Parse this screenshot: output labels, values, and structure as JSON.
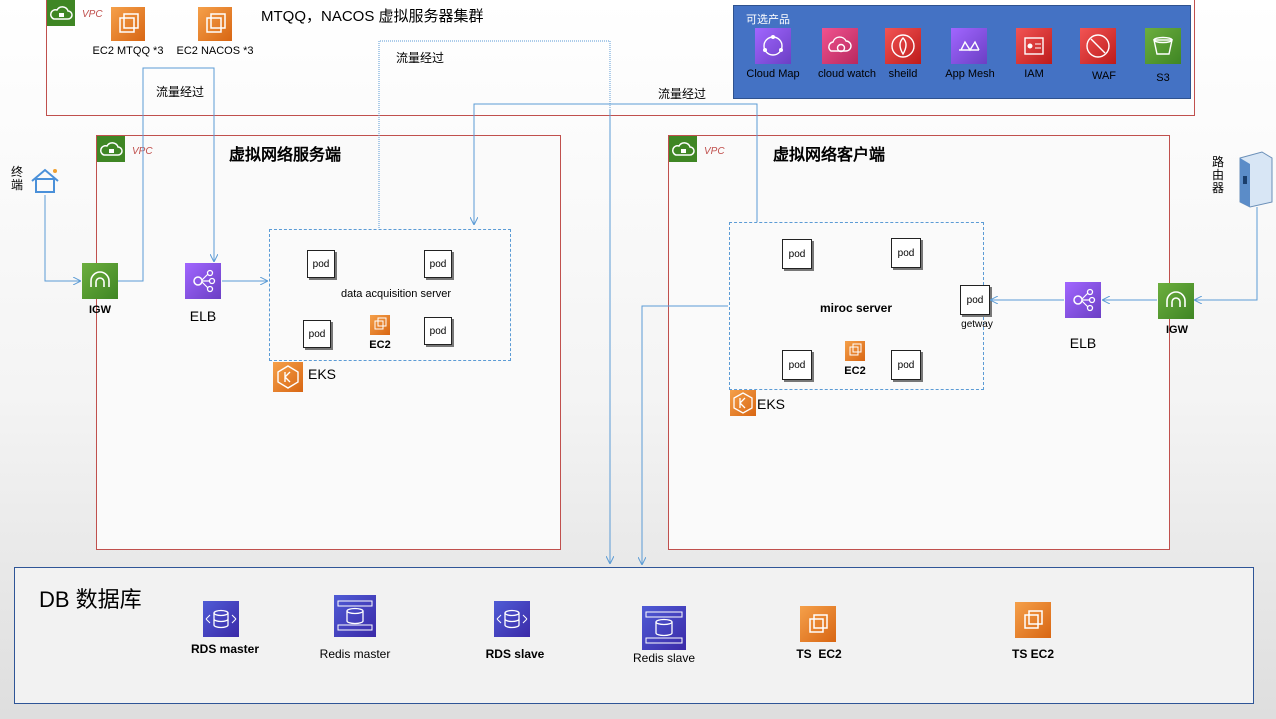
{
  "vpc_label": "VPC",
  "top": {
    "title": "MTQQ，NACOS 虚拟服务器集群",
    "ec2_mtqq": "EC2 MTQQ *3",
    "ec2_nacos": "EC2 NACOS *3"
  },
  "optional": {
    "title": "可选产品",
    "items": [
      {
        "label": "Cloud Map",
        "icon": "cloud-map-icon"
      },
      {
        "label": "cloud watch",
        "icon": "cloudwatch-icon"
      },
      {
        "label": "sheild",
        "icon": "shield-icon"
      },
      {
        "label": "App Mesh",
        "icon": "app-mesh-icon"
      },
      {
        "label": "IAM",
        "icon": "iam-icon"
      },
      {
        "label": "WAF",
        "icon": "waf-icon"
      },
      {
        "label": "S3",
        "icon": "s3-bucket-icon"
      }
    ]
  },
  "flow_label": "流量经过",
  "terminal_label": "终端",
  "router_label": "路由器",
  "server_side": {
    "title": "虚拟网络服务端",
    "igw": "IGW",
    "elb": "ELB",
    "server": "data acquisition server",
    "ec2": "EC2",
    "eks": "EKS",
    "pod": "pod"
  },
  "client_side": {
    "title": "虚拟网络客户端",
    "igw": "IGW",
    "elb": "ELB",
    "server": "miroc server",
    "gateway": "getway",
    "ec2": "EC2",
    "eks": "EKS",
    "pod": "pod"
  },
  "db": {
    "title": "DB 数据库",
    "items": [
      {
        "label": "RDS master"
      },
      {
        "label": "Redis master"
      },
      {
        "label": "RDS slave"
      },
      {
        "label": "Redis slave"
      },
      {
        "label": "TS  EC2"
      },
      {
        "label": "TS EC2"
      }
    ]
  },
  "colors": {
    "vpc_border": "#c0504d",
    "vpc_tag": "#3f8624",
    "arrow": "#5b9bd5",
    "optional_bg": "#4472c4"
  }
}
